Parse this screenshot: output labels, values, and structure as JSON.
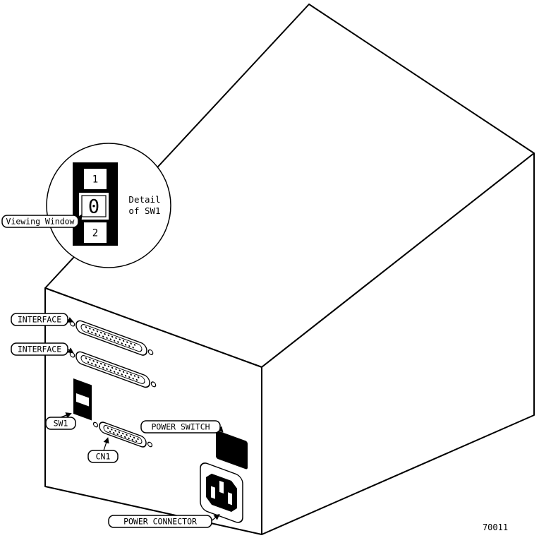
{
  "colors": {
    "ink": "#000000",
    "paper": "#ffffff"
  },
  "figure_number": "70011",
  "detail_balloon": {
    "viewing_window_label": "Viewing Window",
    "note_line1": "Detail",
    "note_line2": "of SW1",
    "switch_digit_top": "1",
    "switch_digit_middle": "0",
    "switch_digit_bottom": "2"
  },
  "panel_labels": {
    "interface_top": "INTERFACE",
    "interface_bottom": "INTERFACE",
    "sw1": "SW1",
    "cn1": "CN1",
    "power_switch": "POWER SWITCH",
    "power_connector": "POWER CONNECTOR"
  }
}
